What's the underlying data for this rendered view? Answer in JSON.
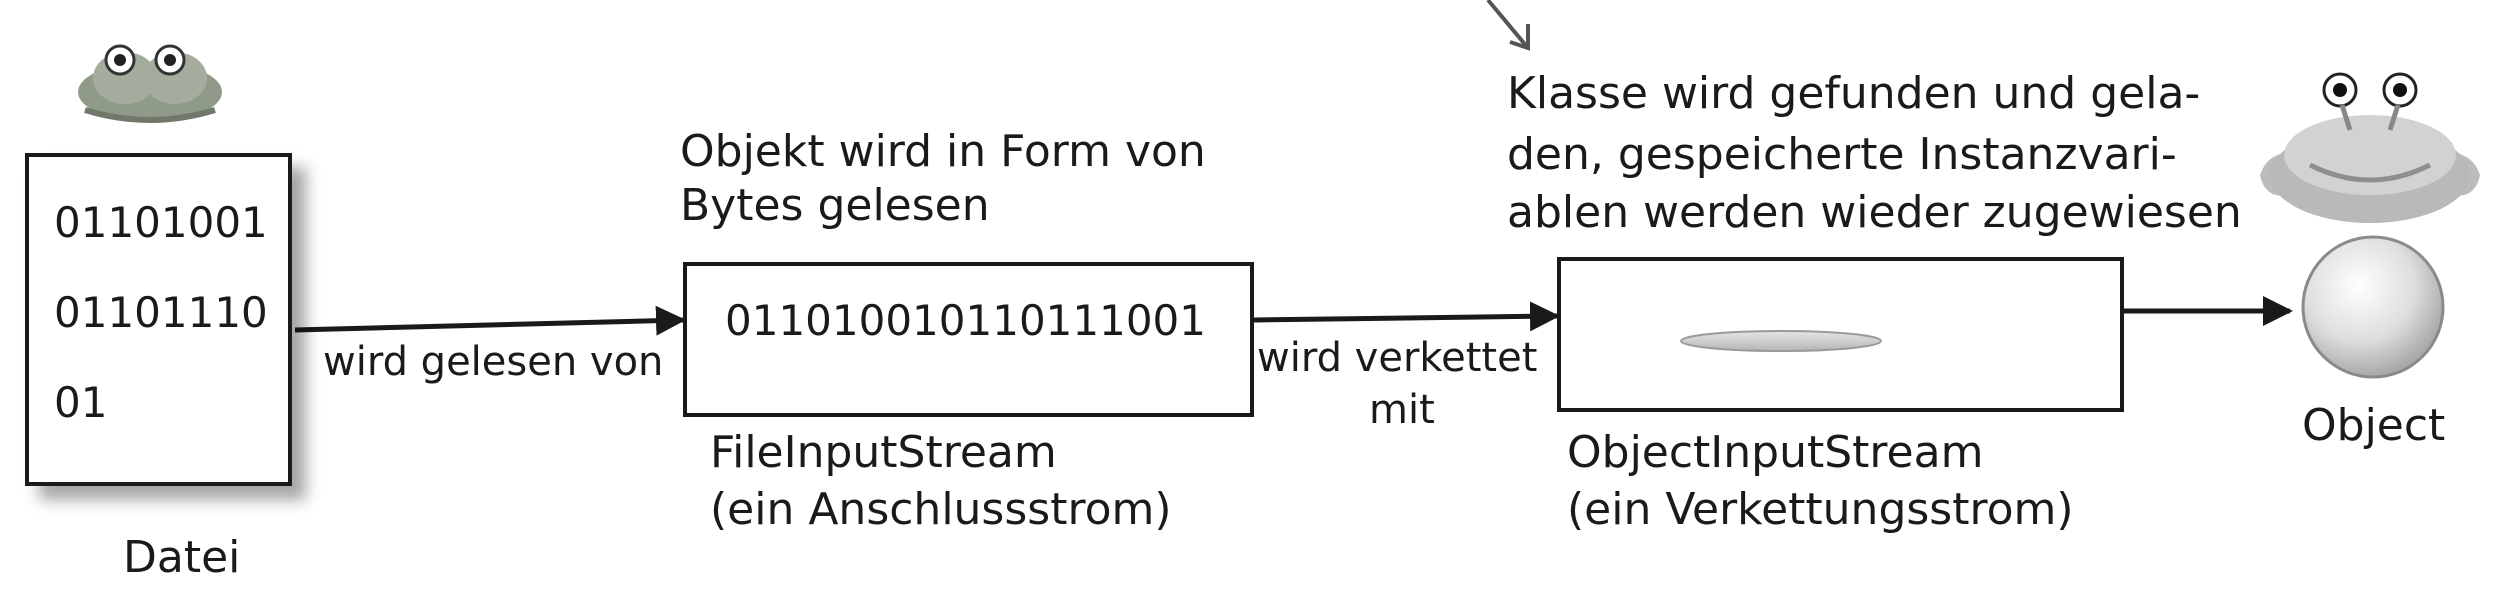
{
  "file": {
    "bits": [
      "01101001",
      "01101110",
      "01"
    ],
    "label": "Datei"
  },
  "edges": {
    "read_by": "wird gelesen von",
    "chained_line1": "wird verkettet",
    "chained_line2": "mit"
  },
  "file_input_stream": {
    "note_line1": "Objekt wird in Form von",
    "note_line2": "Bytes gelesen",
    "bits": "011010010110111001",
    "label_line1": "FileInputStream",
    "label_line2": "(ein Anschlussstrom)"
  },
  "object_input_stream": {
    "note_line1": "Klasse wird gefunden und gela-",
    "note_line2": "den, gespeicherte Instanzvari-",
    "note_line3": "ablen werden wieder zugewiesen",
    "label_line1": "ObjectInputStream",
    "label_line2": "(ein Verkettungsstrom)"
  },
  "object": {
    "label": "Object"
  },
  "colors": {
    "ink": "#1a1a1a",
    "line": "#2a2a2a",
    "creature_green": "#8f9a88"
  }
}
